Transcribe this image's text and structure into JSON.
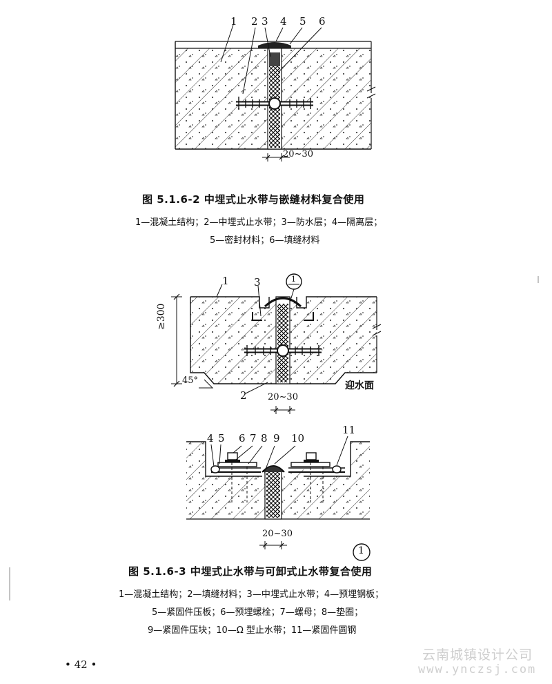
{
  "figure1": {
    "callouts": [
      "1",
      "2",
      "3",
      "4",
      "5",
      "6"
    ],
    "dimension": "20~30",
    "caption": "图 5.1.6-2   中埋式止水带与嵌缝材料复合使用",
    "legend": [
      "1—混凝土结构；2—中埋式止水带；3—防水层；4—隔离层；",
      "5—密封材料；6—填缝材料"
    ]
  },
  "figure2": {
    "callouts": [
      "1",
      "3",
      "2"
    ],
    "circle_marker": "1",
    "height_label": "≥300",
    "angle_label": "45°",
    "water_face_label": "迎水面",
    "dimension": "20~30"
  },
  "figure3": {
    "callouts": [
      "4",
      "5",
      "6",
      "7",
      "8",
      "9",
      "10",
      "11"
    ],
    "dimension": "20~30",
    "circle_marker": "1",
    "caption": "图 5.1.6-3   中埋式止水带与可卸式止水带复合使用",
    "legend": [
      "1—混凝土结构；2—填缝材料；3—中埋式止水带；4—预埋钢板；",
      "5—紧固件压板；6—预埋螺栓；7—螺母；8—垫圈；",
      "9—紧固件压块；10—Ω 型止水带；11—紧固件圆钢"
    ]
  },
  "page_number": "• 42 •",
  "watermark": {
    "line1": "云南城镇设计公司",
    "line2": "www.ynczsj.com"
  }
}
